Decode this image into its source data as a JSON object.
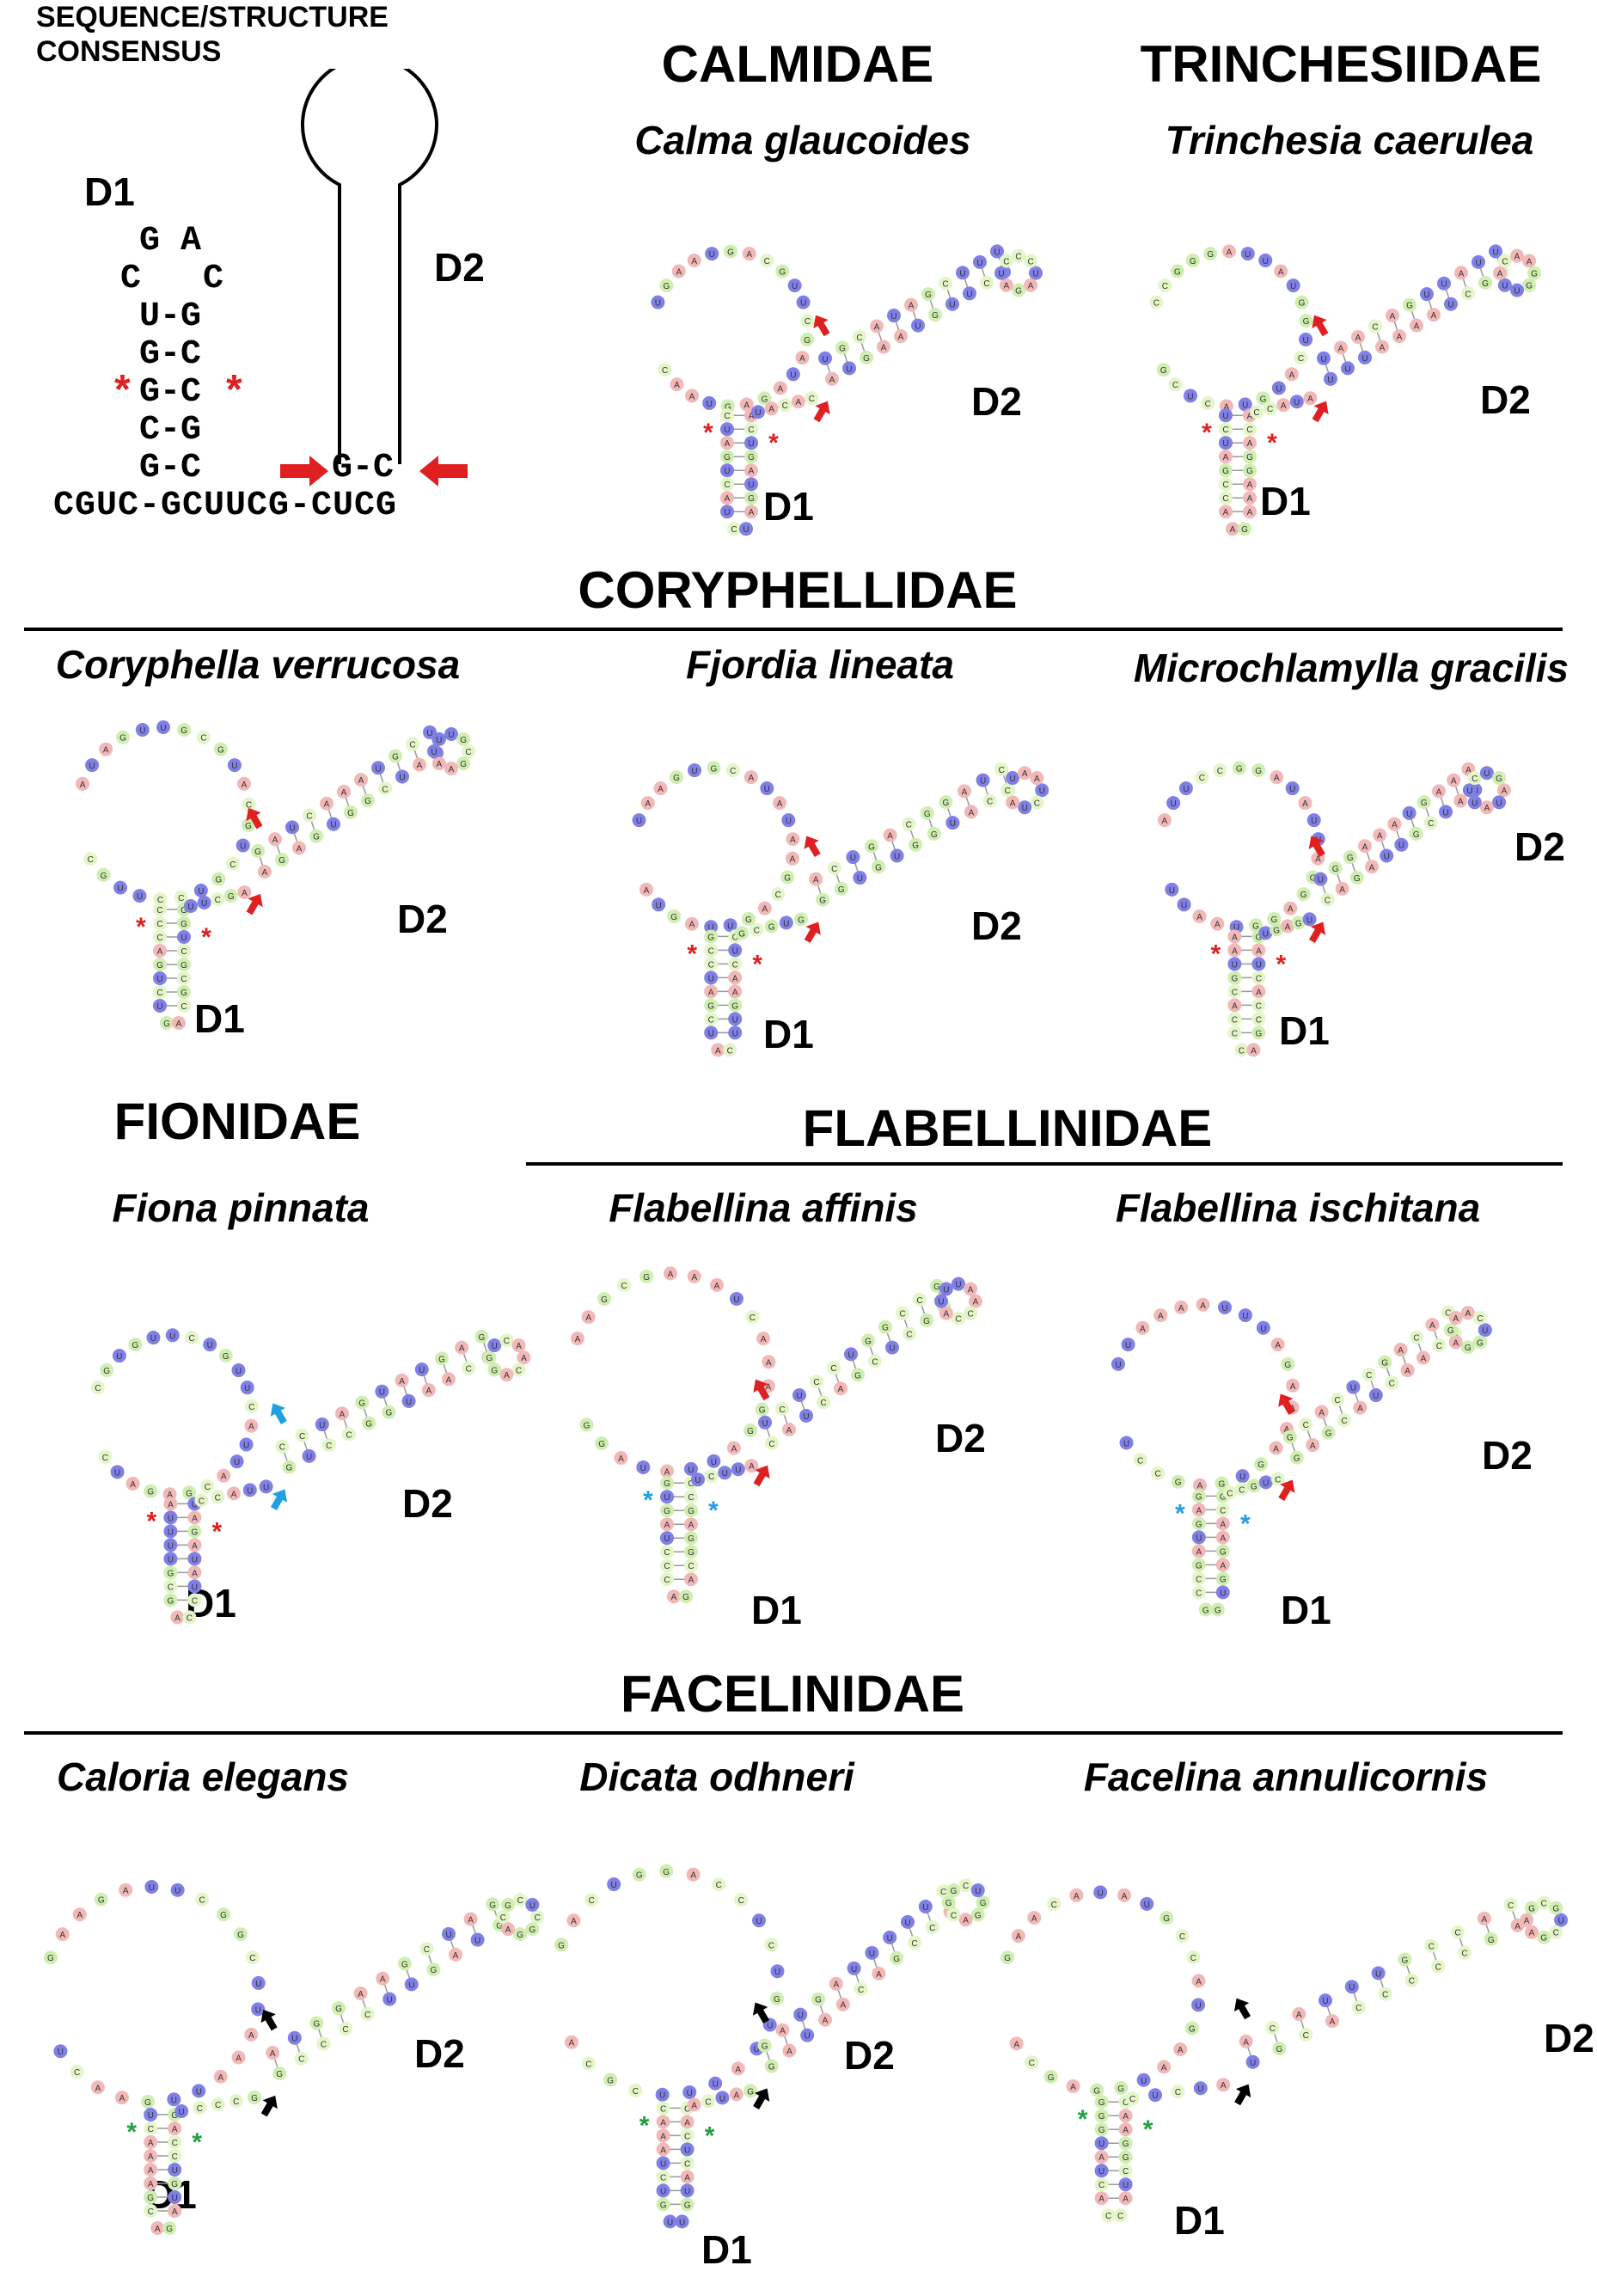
{
  "consensus": {
    "title_line1": "SEQUENCE/STRUCTURE",
    "title_line2": "CONSENSUS",
    "d1_label": "D1",
    "d2_label": "D2",
    "stem_rows": [
      "G A",
      "C   C",
      "U-G",
      "G-C",
      "G-C",
      "C-G",
      "G-C"
    ],
    "base_line": "CGUC-GCUUCG-CUCG",
    "junction_pair": "G-C",
    "marker": "*"
  },
  "families": {
    "calmidae": "CALMIDAE",
    "trinchesiidae": "TRINCHESIIDAE",
    "coryphellidae": "CORYPHELLIDAE",
    "fionidae": "FIONIDAE",
    "flabellinidae": "FLABELLINIDAE",
    "facelinidae": "FACELINIDAE"
  },
  "species": {
    "calma": "Calma glaucoides",
    "trinchesia": "Trinchesia caerulea",
    "coryphella": "Coryphella verrucosa",
    "fjordia": "Fjordia lineata",
    "microchlamylla": "Microchlamylla gracilis",
    "fiona": "Fiona pinnata",
    "flab_affinis": "Flabellina affinis",
    "flab_ischitana": "Flabellina ischitana",
    "caloria": "Caloria elegans",
    "dicata": "Dicata odhneri",
    "facelina": "Facelina annulicornis"
  },
  "labels": {
    "d1": "D1",
    "d2": "D2"
  },
  "colors": {
    "A": "#f2b8b8",
    "U": "#7f7fe6",
    "G": "#cfeeb0",
    "C": "#e4f5c8",
    "red_marker": "#e02020",
    "blue_marker": "#20a0e0",
    "green_marker": "#20a040",
    "black_marker": "#000000"
  },
  "panels": [
    {
      "id": "calma",
      "marker": "red_marker"
    },
    {
      "id": "trinchesia",
      "marker": "red_marker"
    },
    {
      "id": "coryphella",
      "marker": "red_marker"
    },
    {
      "id": "fjordia",
      "marker": "red_marker"
    },
    {
      "id": "microchlamylla",
      "marker": "red_marker"
    },
    {
      "id": "fiona",
      "marker": "red_marker",
      "arrow": "blue_marker"
    },
    {
      "id": "flab_affinis",
      "marker": "blue_marker",
      "arrow": "red_marker"
    },
    {
      "id": "flab_ischitana",
      "marker": "blue_marker",
      "arrow": "red_marker"
    },
    {
      "id": "caloria",
      "marker": "green_marker",
      "arrow": "black_marker"
    },
    {
      "id": "dicata",
      "marker": "green_marker",
      "arrow": "black_marker"
    },
    {
      "id": "facelina",
      "marker": "green_marker",
      "arrow": "black_marker"
    }
  ]
}
